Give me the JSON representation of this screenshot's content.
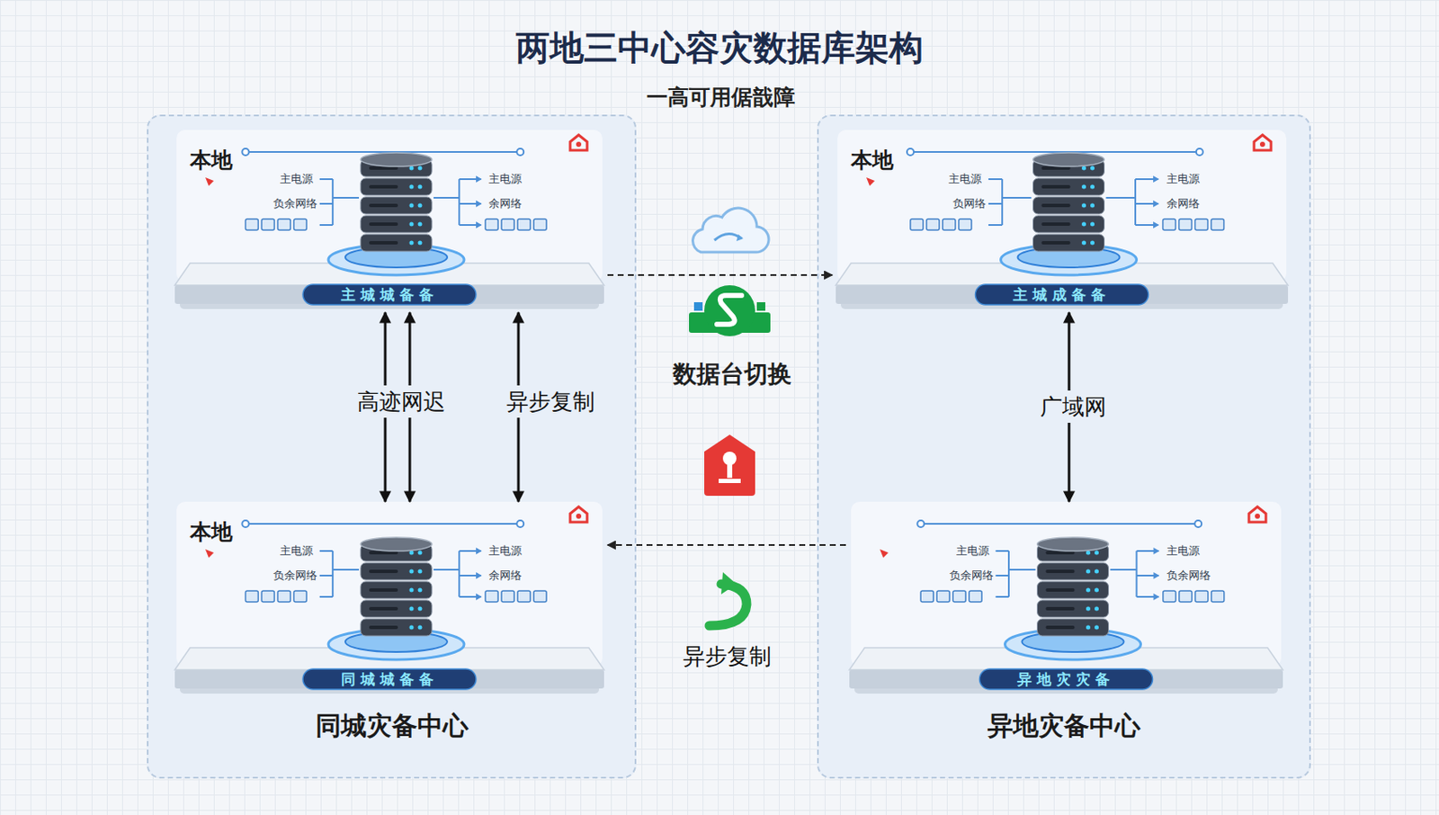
{
  "diagram": {
    "title": "两地三中心容灾数据库架构",
    "nodes": [
      {
        "text": [
          "同城灾备中心"
        ]
      },
      {
        "text": [
          "本地",
          "主城城备备"
        ],
        "in": 0
      },
      {
        "text": [
          "本地",
          "同城城备备"
        ],
        "in": 0
      },
      {
        "text": [
          "异地灾备中心"
        ]
      },
      {
        "text": [
          "本地",
          "主城成备备"
        ],
        "in": 3
      },
      {
        "text": [
          "异地灾灾备"
        ],
        "in": 3
      }
    ],
    "edges": [
      {
        "from": 1,
        "to": 2,
        "arrow": "both",
        "label": "高迹网迟"
      },
      {
        "from": 1,
        "to": 2,
        "arrow": "both"
      },
      {
        "from": 1,
        "to": 2,
        "arrow": "both",
        "label": "异步复制"
      },
      {
        "from": 1,
        "to": 4,
        "arrow": "to"
      },
      {
        "from": 4,
        "to": 5,
        "arrow": "both",
        "label": "广域网"
      },
      {
        "from": 5,
        "to": 2,
        "arrow": "to",
        "label": "异步复制"
      }
    ],
    "labels": [
      "一高可用倨戠障",
      "数据台切换",
      "主电源",
      "负余网络",
      "主电源",
      "余网络",
      "主电源",
      "负余网络",
      "主电源",
      "余网络",
      "主电源",
      "负网络",
      "主电源",
      "余网络",
      "主电源",
      "负余网络",
      "主电源",
      "负余网络"
    ]
  }
}
